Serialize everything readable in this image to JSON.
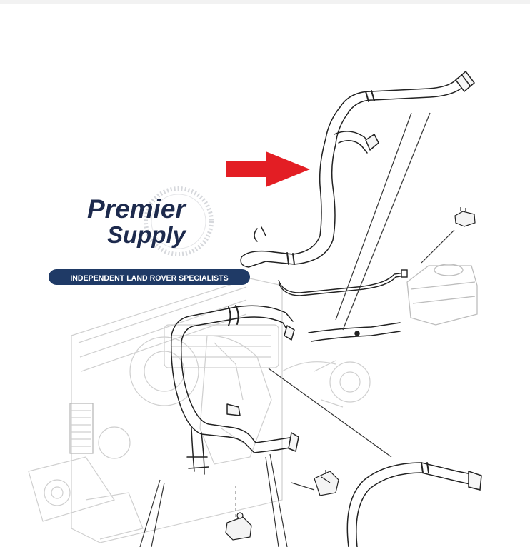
{
  "logo": {
    "line1": "Premier",
    "line2": "Supply",
    "tagline": "INDEPENDENT LAND ROVER SPECIALISTS"
  },
  "colors": {
    "arrow": "#e31e24",
    "logo_text": "#1d2a4d",
    "banner": "#1f3a66",
    "line_art": "#222222",
    "faint_parts": "#c9c9c9"
  },
  "highlighted_part": "upper-coolant-hose"
}
